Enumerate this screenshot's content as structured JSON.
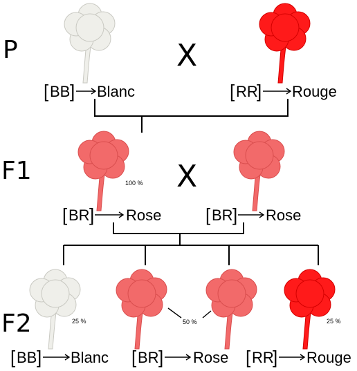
{
  "generations": {
    "p": "P",
    "f1": "F1",
    "f2": "F2"
  },
  "cross_symbol": "X",
  "arrow_glyph": "→",
  "colors": {
    "white": "#efefea",
    "white_shade": "#c9c9c2",
    "pink": "#f26a6a",
    "pink_shade": "#d94e4e",
    "red": "#ff1a1a",
    "red_shade": "#d40000",
    "ink": "#000000"
  },
  "parents": [
    {
      "genotype": "BB",
      "phenotype": "Blanc",
      "flower": "white"
    },
    {
      "genotype": "RR",
      "phenotype": "Rouge",
      "flower": "red"
    }
  ],
  "f1": {
    "percent": "100 %",
    "plants": [
      {
        "genotype": "BR",
        "phenotype": "Rose",
        "flower": "pink"
      },
      {
        "genotype": "BR",
        "phenotype": "Rose",
        "flower": "pink"
      }
    ]
  },
  "f2": {
    "plants": [
      {
        "genotype": "BB",
        "phenotype": "Blanc",
        "flower": "white",
        "percent": "25 %"
      },
      {
        "genotype": "BR",
        "phenotype": "Rose",
        "flower": "pink"
      },
      {
        "genotype": "BR",
        "phenotype": "Rose",
        "flower": "pink"
      },
      {
        "genotype": "RR",
        "phenotype": "Rouge",
        "flower": "red",
        "percent": "25 %"
      }
    ],
    "pink_percent": "50 %"
  }
}
